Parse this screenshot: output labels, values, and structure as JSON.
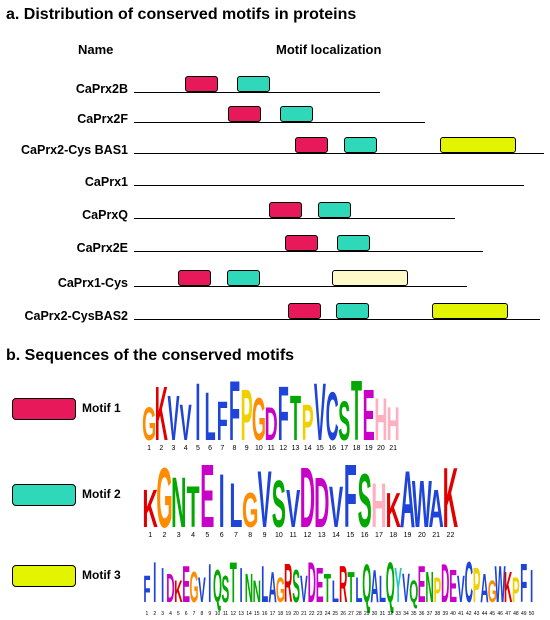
{
  "section_a": {
    "title": "a. Distribution of conserved motifs in proteins",
    "col_name": "Name",
    "col_motif": "Motif localization"
  },
  "section_b": {
    "title": "b. Sequences of the conserved motifs"
  },
  "colors": {
    "motif1": "#e8195b",
    "motif2": "#2ed8b9",
    "motif3": "#e3f400",
    "unlabeled": "#fff8c8"
  },
  "proteins": [
    {
      "name": "CaPrx2B"
    },
    {
      "name": "CaPrx2F"
    },
    {
      "name": "CaPrx2-Cys BAS1"
    },
    {
      "name": "CaPrx1"
    },
    {
      "name": "CaPrxQ"
    },
    {
      "name": "CaPrx2E"
    },
    {
      "name": "CaPrx1-Cys"
    },
    {
      "name": "CaPrx2-CysBAS2"
    }
  ],
  "motifs": [
    {
      "label": "Motif 1",
      "positions": [
        "1",
        "2",
        "3",
        "4",
        "5",
        "6",
        "7",
        "8",
        "9",
        "10",
        "11",
        "12",
        "13",
        "14",
        "15",
        "16",
        "17",
        "18",
        "19",
        "20",
        "21"
      ],
      "sequence": "GKVVILFFPGDFTPVCSTEHH"
    },
    {
      "label": "Motif 2",
      "positions": [
        "1",
        "2",
        "3",
        "4",
        "5",
        "6",
        "7",
        "8",
        "9",
        "10",
        "11",
        "12",
        "13",
        "14",
        "15",
        "16",
        "17",
        "18",
        "19",
        "20",
        "21",
        "22"
      ],
      "sequence": "KGNTEILGVSVDDVFSHKAWAK"
    },
    {
      "label": "Motif 3",
      "positions": [
        "1",
        "2",
        "3",
        "4",
        "5",
        "6",
        "7",
        "8",
        "9",
        "10",
        "11",
        "12",
        "13",
        "14",
        "15",
        "16",
        "17",
        "18",
        "19",
        "20",
        "21",
        "22",
        "23",
        "24",
        "25",
        "26",
        "27",
        "28",
        "29",
        "30",
        "31",
        "32",
        "33",
        "34",
        "35",
        "36",
        "37",
        "38",
        "39",
        "40",
        "41",
        "42",
        "43",
        "44",
        "45",
        "46",
        "47",
        "48",
        "49",
        "50"
      ],
      "sequence": "FIIDKEGVIQSTINNLAGRSVDETLRTLQALQYVQENPDEVCPAGWKP"
    }
  ]
}
